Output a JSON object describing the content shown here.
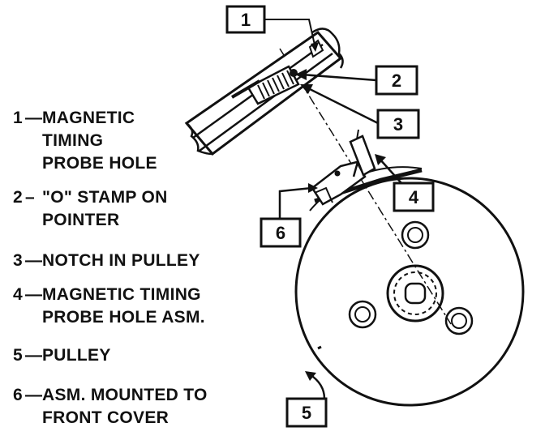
{
  "legend": [
    {
      "num": "1",
      "sep": "—",
      "lines": [
        "MAGNETIC",
        "TIMING",
        "PROBE HOLE"
      ]
    },
    {
      "num": "2",
      "sep": "–",
      "lines": [
        "\"O\" STAMP ON",
        "POINTER"
      ]
    },
    {
      "num": "3",
      "sep": "—",
      "lines": [
        "NOTCH IN PULLEY"
      ]
    },
    {
      "num": "4",
      "sep": "—",
      "lines": [
        "MAGNETIC TIMING",
        "PROBE HOLE ASM."
      ]
    },
    {
      "num": "5",
      "sep": "—",
      "lines": [
        "PULLEY"
      ]
    },
    {
      "num": "6",
      "sep": "—",
      "lines": [
        "ASM. MOUNTED TO",
        "FRONT COVER"
      ]
    }
  ],
  "callouts": [
    "1",
    "2",
    "3",
    "4",
    "5",
    "6"
  ]
}
